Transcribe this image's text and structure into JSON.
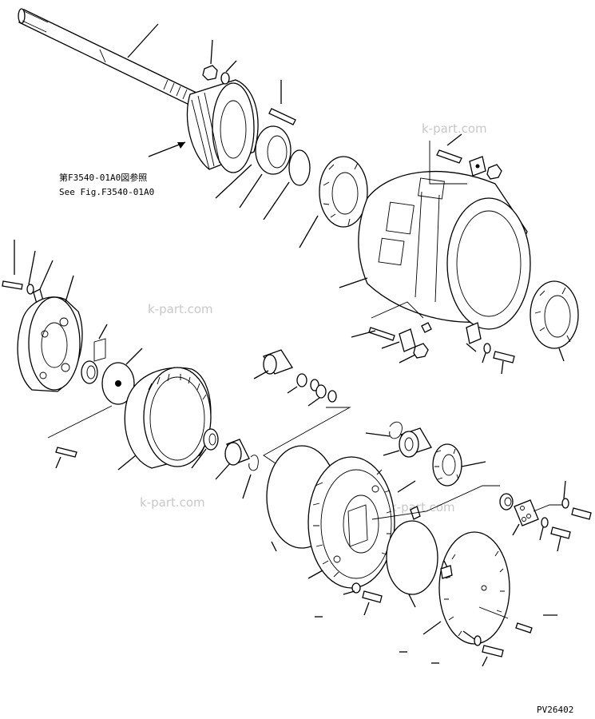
{
  "ref_note": {
    "jp": "第F3540-01A0図参照",
    "en": "See Fig.F3540-01A0"
  },
  "watermark": "k-part.com",
  "drawing_code": "PV26402"
}
